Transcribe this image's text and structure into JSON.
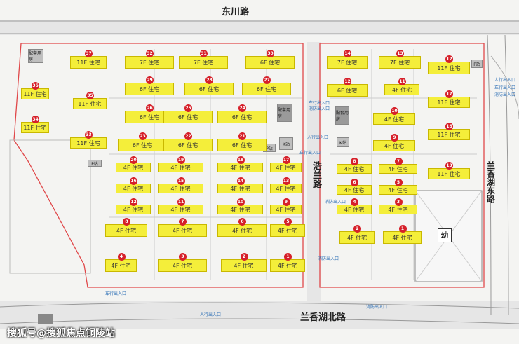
{
  "roads": {
    "north": "东川路",
    "center": "浩兰路",
    "east": "兰香湖东路",
    "south": "兰香湖北路"
  },
  "kindergarten": "幼",
  "facilities": {
    "ps_west": "P站",
    "ps_center": "P站",
    "k_center": "K站",
    "ps_east": "P站",
    "club_west": "配套用房",
    "club_center": "配套用房",
    "k_east": "K站"
  },
  "gates": {
    "vehicle_fire_1": "车行出入口",
    "fire_1": "消防出入口",
    "pedestrian_1": "人行出入口",
    "vehicle_center": "车行出入口",
    "fire_center": "消防出入口",
    "fire_east": "消防出入口",
    "pedestrian_east": "人行出入口",
    "vehicle_east": "车行出入口",
    "fire_east2": "消防出入口",
    "vehicle_south_west": "车行出入口",
    "pedestrian_south": "人行出入口",
    "fire_south": "消防出入口"
  },
  "buildings": [
    {
      "id": "37",
      "label": "11F 住宅"
    },
    {
      "id": "32",
      "label": "7F 住宅"
    },
    {
      "id": "31",
      "label": "7F 住宅"
    },
    {
      "id": "30",
      "label": "6F 住宅"
    },
    {
      "id": "36",
      "label": "11F 住宅"
    },
    {
      "id": "35",
      "label": "11F 住宅"
    },
    {
      "id": "29",
      "label": "6F 住宅"
    },
    {
      "id": "28",
      "label": "6F 住宅"
    },
    {
      "id": "27",
      "label": "6F 住宅"
    },
    {
      "id": "34",
      "label": "11F 住宅"
    },
    {
      "id": "26",
      "label": "6F 住宅"
    },
    {
      "id": "25",
      "label": "6F 住宅"
    },
    {
      "id": "24",
      "label": "6F 住宅"
    },
    {
      "id": "33",
      "label": "11F 住宅"
    },
    {
      "id": "23",
      "label": "6F 住宅"
    },
    {
      "id": "22",
      "label": "6F 住宅"
    },
    {
      "id": "21",
      "label": "6F 住宅"
    },
    {
      "id": "20",
      "label": "4F 住宅"
    },
    {
      "id": "19",
      "label": "4F 住宅"
    },
    {
      "id": "18",
      "label": "4F 住宅"
    },
    {
      "id": "17",
      "label": "4F 住宅"
    },
    {
      "id": "16",
      "label": "4F 住宅"
    },
    {
      "id": "15",
      "label": "4F 住宅"
    },
    {
      "id": "14",
      "label": "4F 住宅"
    },
    {
      "id": "13",
      "label": "4F 住宅"
    },
    {
      "id": "12",
      "label": "4F 住宅"
    },
    {
      "id": "11",
      "label": "4F 住宅"
    },
    {
      "id": "10",
      "label": "4F 住宅"
    },
    {
      "id": "9",
      "label": "4F 住宅"
    },
    {
      "id": "8",
      "label": "4F 住宅"
    },
    {
      "id": "7",
      "label": "4F 住宅"
    },
    {
      "id": "6",
      "label": "4F 住宅"
    },
    {
      "id": "5",
      "label": "4F 住宅"
    },
    {
      "id": "4",
      "label": "4F 住宅"
    },
    {
      "id": "3",
      "label": "4F 住宅"
    },
    {
      "id": "2",
      "label": "4F 住宅"
    },
    {
      "id": "1",
      "label": "4F 住宅"
    },
    {
      "id": "14",
      "label": "7F 住宅"
    },
    {
      "id": "13",
      "label": "7F 住宅"
    },
    {
      "id": "12",
      "label": "11F 住宅"
    },
    {
      "id": "12",
      "label": "6F 住宅"
    },
    {
      "id": "11",
      "label": "4F 住宅"
    },
    {
      "id": "17",
      "label": "11F 住宅"
    },
    {
      "id": "10",
      "label": "4F 住宅"
    },
    {
      "id": "9",
      "label": "4F 住宅"
    },
    {
      "id": "16",
      "label": "11F 住宅"
    },
    {
      "id": "8",
      "label": "4F 住宅"
    },
    {
      "id": "7",
      "label": "4F 住宅"
    },
    {
      "id": "13",
      "label": "11F 住宅"
    },
    {
      "id": "6",
      "label": "4F 住宅"
    },
    {
      "id": "5",
      "label": "4F 住宅"
    },
    {
      "id": "4",
      "label": "4F 住宅"
    },
    {
      "id": "3",
      "label": "4F 住宅"
    },
    {
      "id": "2",
      "label": "4F 住宅"
    },
    {
      "id": "1",
      "label": "4F 住宅"
    }
  ],
  "watermark": "搜狐号@搜狐焦点铜陵站"
}
